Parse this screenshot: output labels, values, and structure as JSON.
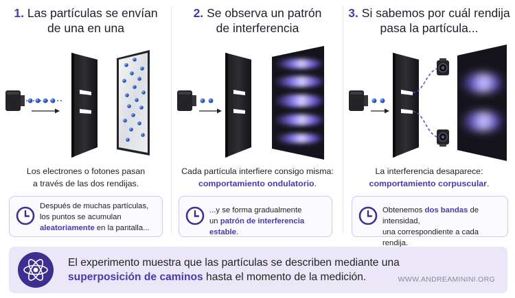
{
  "panels": [
    {
      "number": "1.",
      "title_line1": "Las partículas se envían",
      "title_line2": "de una en una",
      "desc_line1": "Los electrones o fotones pasan",
      "desc_line2": "a través de las dos rendijas.",
      "note_line1": "Después de muchas partículas,",
      "note_line2": "los puntos se acumulan",
      "note_line3_hl": "aleatoriamente",
      "note_line3_rest": " en la pantalla..."
    },
    {
      "number": "2.",
      "title_line1": "Se observa un patrón",
      "title_line2": "de interferencia",
      "desc_line1": "Cada partícula interfiere consigo misma:",
      "desc_line2_hl": "comportamiento ondulatorio",
      "desc_line2_rest": ".",
      "note_line1": "...y se forma gradualmente",
      "note_line2_pre": "un ",
      "note_line2_hl": "patrón de interferencia estable",
      "note_line2_rest": "."
    },
    {
      "number": "3.",
      "title_line1": "Si sabemos por cuál rendija",
      "title_line2": "pasa la partícula...",
      "desc_line1": "La interferencia desaparece:",
      "desc_line2_hl": "comportamiento corpuscular",
      "desc_line2_rest": ".",
      "note_line1_pre": "Obtenemos ",
      "note_line1_hl": "dos bandas",
      "note_line1_rest": " de intensidad,",
      "note_line2": "una correspondiente a cada rendija."
    }
  ],
  "bottom": {
    "line1": "El experimento muestra que las partículas se describen mediante una",
    "line2_hl": "superposición de caminos",
    "line2_rest": " hasta el momento de la medición.",
    "site": "WWW.ANDREAMININI.ORG"
  },
  "colors": {
    "accent": "#4a3aa8",
    "pattern_glow": "#6f5cf0",
    "particle": "#2f5fd0",
    "note_border": "#cfc8ea",
    "bottom_bg": "#ebe7f8"
  },
  "icons": [
    "clock-icon",
    "atom-icon",
    "emitter-icon",
    "detector-icon",
    "arrow-icon"
  ]
}
